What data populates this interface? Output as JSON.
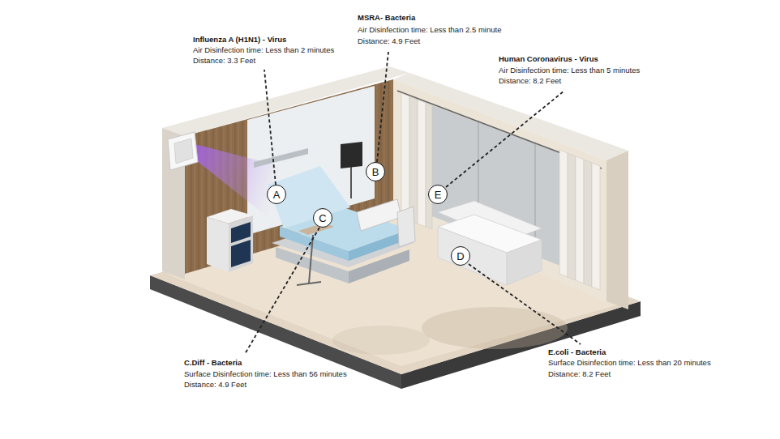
{
  "diagram": {
    "nodes": [
      {
        "text": [
          "A"
        ]
      },
      {
        "text": [
          "B"
        ]
      },
      {
        "text": [
          "C"
        ]
      },
      {
        "text": [
          "D"
        ]
      },
      {
        "text": [
          "E"
        ]
      }
    ],
    "labels": [
      "Influenza A (H1N1) - Virus",
      "Air Disinfection time: Less than 2 minutes",
      "Distance: 3.3 Feet",
      "MSRA- Bacteria",
      "Air Disinfection time: Less than 2.5 minute",
      "Distance: 4.9 Feet",
      "Human Coronavirus - Virus",
      "Air Disinfection time: Less than 5 minutes",
      "Distance: 8.2 Feet",
      "C.Diff - Bacteria",
      "Surface Disinfection time: Less than 56 minutes",
      "Distance: 4.9 Feet",
      "E.coli - Bacteria",
      "Surface Disinfection time: Less than 20 minutes",
      "Distance: 8.2 Feet"
    ]
  }
}
